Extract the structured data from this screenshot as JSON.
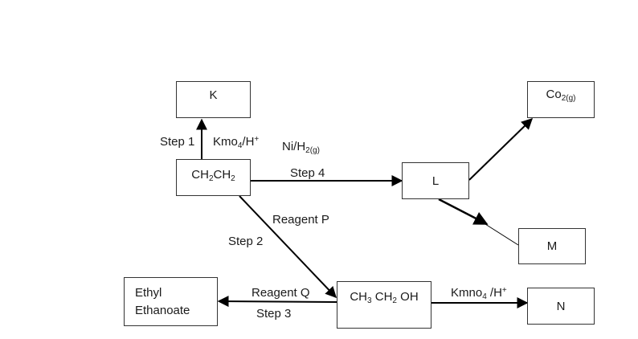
{
  "nodes": {
    "k": "K",
    "co2": {
      "main": "Co",
      "sub": "2(g)"
    },
    "ethene": {
      "a": "CH",
      "a_sub": "2",
      "b": "CH",
      "b_sub": "2"
    },
    "l": "L",
    "m": "M",
    "ethyl_ethanoate": {
      "line1": "Ethyl",
      "line2": "Ethanoate"
    },
    "ethanol": {
      "a": "CH",
      "a_sub": "3",
      "b": " CH",
      "b_sub": "2",
      "c": " OH"
    },
    "n": "N"
  },
  "labels": {
    "step1": "Step 1",
    "kmno4_1": {
      "a": "Kmo",
      "sub": "4",
      "b": "/H",
      "sup": "+"
    },
    "ni_h2": {
      "a": "Ni/H",
      "sub": "2(g)"
    },
    "step4": "Step 4",
    "reagent_p": "Reagent P",
    "step2": "Step 2",
    "reagent_q": "Reagent Q",
    "step3": "Step 3",
    "kmno4_2": {
      "a": "Kmno",
      "sub": "4",
      "b": " /H",
      "sup": "+"
    }
  }
}
